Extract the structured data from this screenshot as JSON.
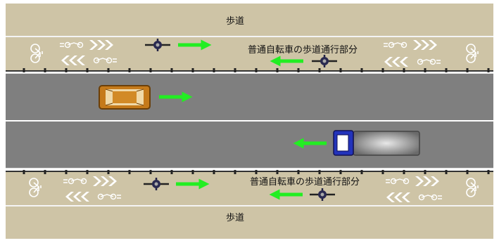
{
  "labels": {
    "sidewalk_top": "歩道",
    "sidewalk_bottom": "歩道",
    "bike_zone_top": "普通自転車の歩道通行部分",
    "bike_zone_bottom": "普通自転車の歩道通行部分"
  },
  "colors": {
    "sidewalk": "#cec4a6",
    "road": "#7f7f7f",
    "arrow": "#22ee22",
    "car_body": "#c57a1a",
    "truck_cab": "#2233bb",
    "truck_box": "#777777",
    "markings": "#ffffff",
    "bollard": "#222222"
  },
  "icons": {
    "parked_bicycle": "bicycle-icon",
    "bicycle_symbol": "bicycle-symbol-icon",
    "chevrons": "chevron-arrows-icon",
    "cyclist": "cyclist-icon",
    "car": "car-icon",
    "truck": "truck-icon",
    "direction_arrow": "direction-arrow-icon"
  }
}
